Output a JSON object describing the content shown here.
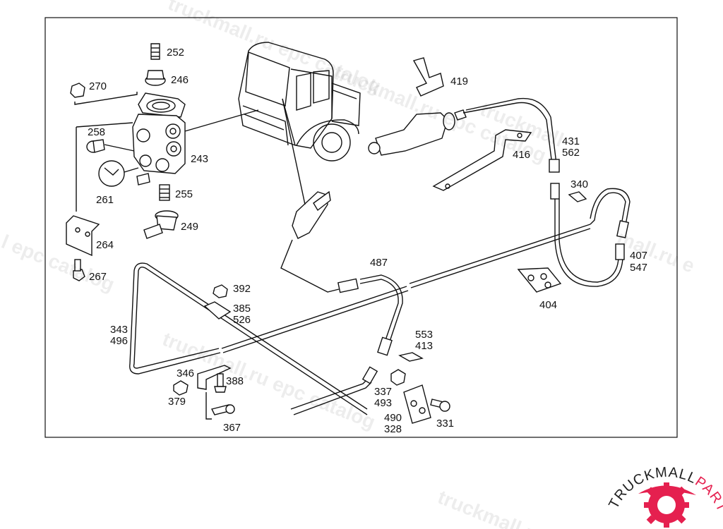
{
  "diagram": {
    "part_labels": {
      "p252": "252",
      "p246": "246",
      "p270": "270",
      "p258": "258",
      "p243": "243",
      "p261": "261",
      "p255": "255",
      "p249": "249",
      "p264": "264",
      "p267": "267",
      "p419": "419",
      "p416": "416",
      "p431": "431",
      "p562": "562",
      "p340": "340",
      "p407": "407",
      "p547": "547",
      "p404": "404",
      "p487": "487",
      "p392": "392",
      "p385": "385",
      "p526": "526",
      "p343": "343",
      "p496": "496",
      "p553": "553",
      "p413": "413",
      "p346": "346",
      "p388": "388",
      "p379": "379",
      "p367": "367",
      "p337": "337",
      "p493": "493",
      "p490": "490",
      "p328": "328",
      "p331": "331"
    },
    "watermarks": {
      "w1": "truckmall.ru epc catalog",
      "w2": "truckmall.ru epc catalog",
      "w3": "l epc catalog",
      "w4": "truckmall.ru epc catalog",
      "w5": "truckmall.ru",
      "w6": "mall.ru e",
      "w7": "truckmall"
    }
  },
  "logo": {
    "text_main": "TRUCKMALL",
    "text_accent": "PARTS",
    "accent_color": "#e5204f",
    "main_color": "#1f1f1f"
  }
}
